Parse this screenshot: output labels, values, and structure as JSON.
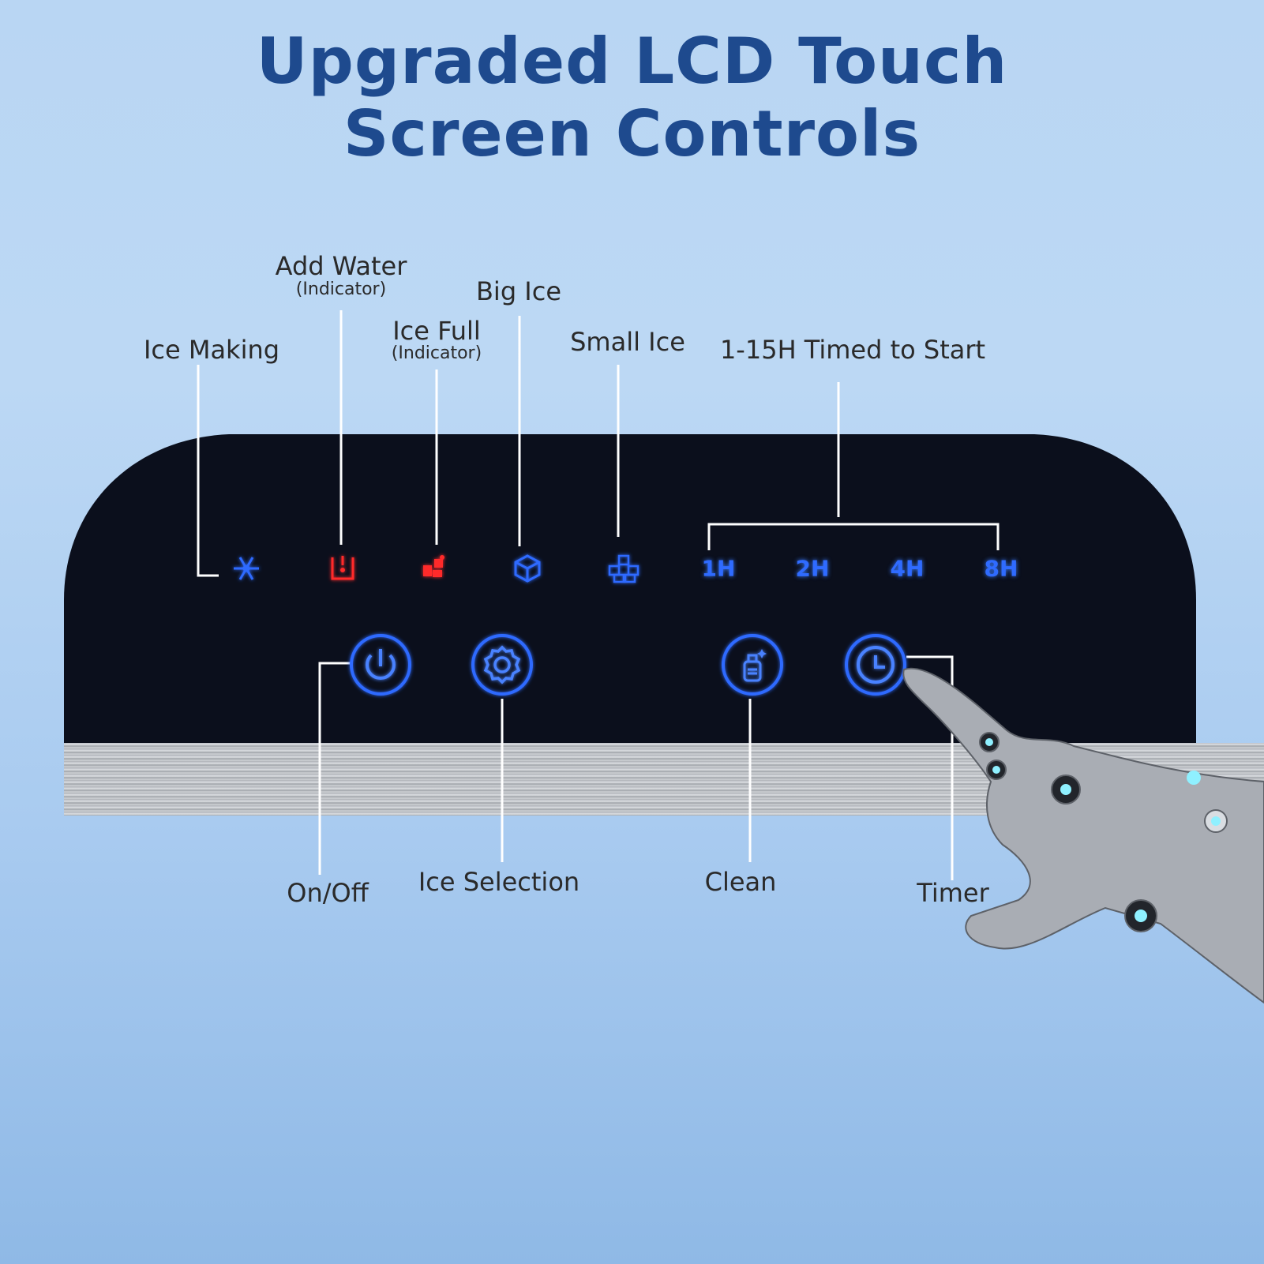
{
  "title": {
    "line1": "Upgraded LCD Touch",
    "line2": "Screen Controls"
  },
  "indicators": {
    "ice_making": "Ice Making",
    "add_water": "Add Water",
    "add_water_note": "(Indicator)",
    "ice_full": "Ice Full",
    "ice_full_note": "(Indicator)",
    "big_ice": "Big Ice",
    "small_ice": "Small Ice",
    "timed_start": "1-15H Timed to Start"
  },
  "timer_options": [
    "1H",
    "2H",
    "4H",
    "8H"
  ],
  "buttons": {
    "on_off": "On/Off",
    "ice_selection": "Ice Selection",
    "clean": "Clean",
    "timer": "Timer"
  },
  "colors": {
    "title": "#1e4a8e",
    "panel": "#0b0f1c",
    "indicator_blue": "#2f6bff",
    "indicator_red": "#ff2a2a"
  },
  "icons": {
    "ice_making": "snowflake-icon",
    "add_water": "water-cup-icon",
    "ice_full": "ice-full-icon",
    "big_ice": "cube-icon",
    "small_ice": "small-cubes-icon",
    "on_off": "power-icon",
    "ice_selection": "gear-icon",
    "clean": "spray-bottle-icon",
    "timer": "clock-icon"
  }
}
